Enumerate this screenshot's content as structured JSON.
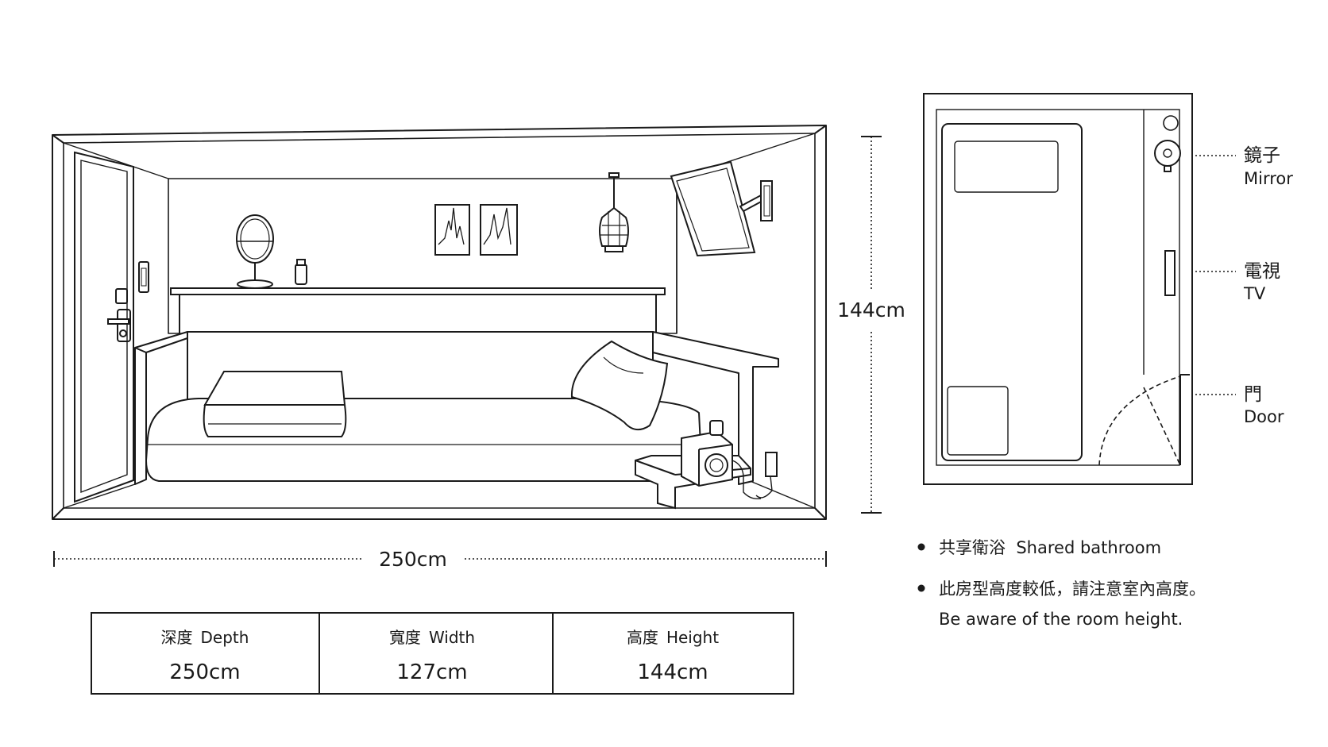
{
  "dimensions": {
    "width_label": "250cm",
    "height_label": "144cm"
  },
  "table": {
    "columns": [
      {
        "header_zh": "深度",
        "header_en": "Depth",
        "value": "250cm"
      },
      {
        "header_zh": "寬度",
        "header_en": "Width",
        "value": "127cm"
      },
      {
        "header_zh": "高度",
        "header_en": "Height",
        "value": "144cm"
      }
    ]
  },
  "floor_plan": {
    "legend": [
      {
        "zh": "鏡子",
        "en": "Mirror"
      },
      {
        "zh": "電視",
        "en": "TV"
      },
      {
        "zh": "門",
        "en": "Door"
      }
    ]
  },
  "notes": [
    {
      "text": "共享衛浴  Shared bathroom"
    },
    {
      "text": "此房型高度較低，請注意室內高度。",
      "text_en": "Be aware of the room height."
    }
  ],
  "icons": [
    "door-icon",
    "mirror-icon",
    "tv-icon",
    "pendant-lamp-icon",
    "picture-frame-icon",
    "pillow-icon",
    "heater-icon"
  ],
  "colors": {
    "line": "#1a1a1a",
    "background": "#ffffff",
    "fill_light": "#f4f4f4"
  }
}
